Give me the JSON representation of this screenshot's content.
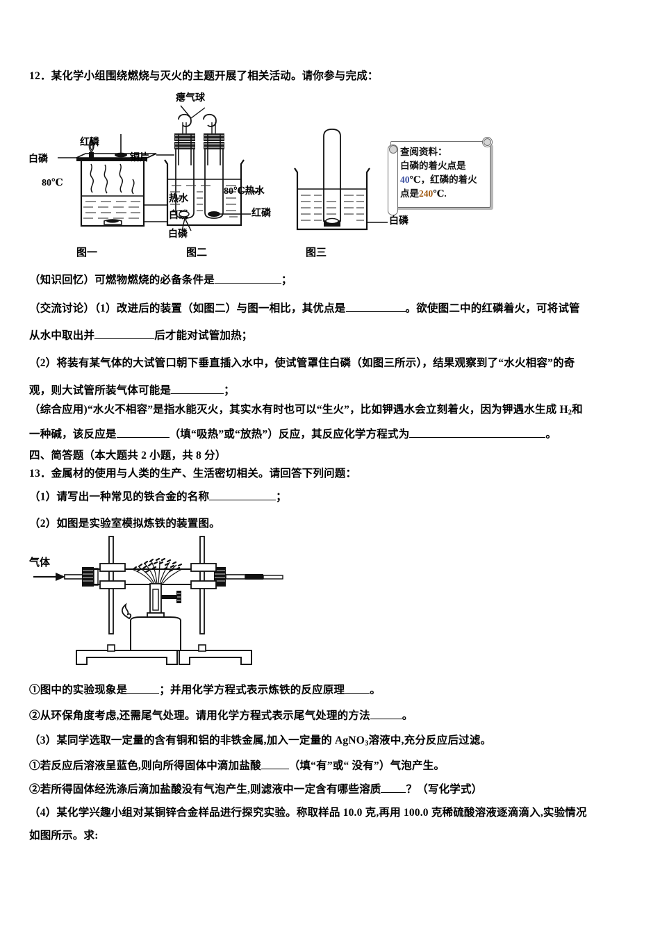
{
  "questions": {
    "q12": {
      "stem": "12．某化学小组围绕燃烧与灭火的主题开展了相关活动。请你参与完成：",
      "knowledge_recall": "（知识回忆）可燃物燃烧的必备条件是",
      "knowledge_recall_tail": "；",
      "discuss_1a": "（交流讨论）（1）改进后的装置（如图二）与图一相比，其优点是",
      "discuss_1b": "。欲使图二中的红磷着火，可将试管",
      "discuss_1c": "从水中取出并",
      "discuss_1d": "后才能对试管加热；",
      "discuss_2a": "（2）将装有某气体的大试管口朝下垂直插入水中，使试管罩住白磷（如图三所示），结果观察到了“水火相容”的奇",
      "discuss_2b": "观，则大试管所装气体可能是",
      "discuss_2c": "；",
      "apply_a": "（综合应用)“水火不相容”是指水能灭火，其实水有时也可以“生火”，比如钾遇水会立刻着火，因为钾遇水生成 H",
      "apply_a_sub": "2",
      "apply_a_tail": "和",
      "apply_b": "一种碱，该反应是",
      "apply_c": "（填“吸热”或“放热”）反应，其反应化学方程式为",
      "apply_d": "。"
    },
    "section4_title": "四、简答题（本大题共 2 小题，共 8 分）",
    "q13": {
      "stem": "13．金属材的使用与人类的生产、生活密切相关。请回答下列问题：",
      "p1": "（1）请写出一种常见的铁合金的名称",
      "p1_tail": "；",
      "p2": "（2）如图是实验室模拟炼铁的装置图。",
      "item1a": "①图中的实验现象是",
      "item1b": "；并用化学方程式表示炼铁的反应原理",
      "item1c": "。",
      "item2a": "②从环保角度考虑,还需尾气处理。请用化学方程式表示尾气处理的方法",
      "item2b": "。",
      "p3a": "（3）某同学选取一定量的含有铜和铝的非铁金属,加入一定量的 AgNO",
      "p3a_sub": "3",
      "p3a_tail": "溶液中,充分反应后过滤。",
      "sub1a": "①若反应后溶液呈蓝色,则向所得固体中滴加盐酸",
      "sub1b": "（填“有”或“ 没有”）气泡产生。",
      "sub2a": "②若所得固体经洗涤后滴加盐酸没有气泡产生,则滤液中一定含有哪些溶质",
      "sub2b": "？（写化学式）",
      "p4a": "（4）某化学兴趣小组对某铜锌合金样品进行探究实验。称取样品 10.0 克,再用 100.0 克稀硫酸溶液逐滴滴入,实验情况",
      "p4b": "如图所示。求:"
    }
  },
  "figure_combustion": {
    "fig1": {
      "caption": "图一",
      "label_white_p_left": "白磷",
      "label_red_p": "红磷",
      "label_copper": "铜片",
      "label_temp": "80℃",
      "label_hot_water": "热水",
      "label_white_p_bottom": "白磷"
    },
    "fig2": {
      "caption": "图二",
      "label_balloon": "瘪气球",
      "label_hot_water": "80℃热水",
      "label_red_p": "红磷",
      "label_white_p": "白磷"
    },
    "fig3": {
      "caption": "图三",
      "label_white_p": "白磷"
    },
    "scroll_note": {
      "line1": "查阅资料：",
      "line2": "白磷的着火点是",
      "line3_num": "40",
      "line3_rest": "℃，红磷的着火",
      "line4_pre": "点是",
      "line4_num": "240",
      "line4_rest": "℃."
    }
  },
  "figure_ironmaking": {
    "label_gas": "气体"
  },
  "colors": {
    "ink": "#000000",
    "scroll_border": "#6b6b6b",
    "scroll_shadow": "#b9b9b9",
    "num_blue": "#3b4fa0",
    "num_orange": "#a05a12"
  }
}
